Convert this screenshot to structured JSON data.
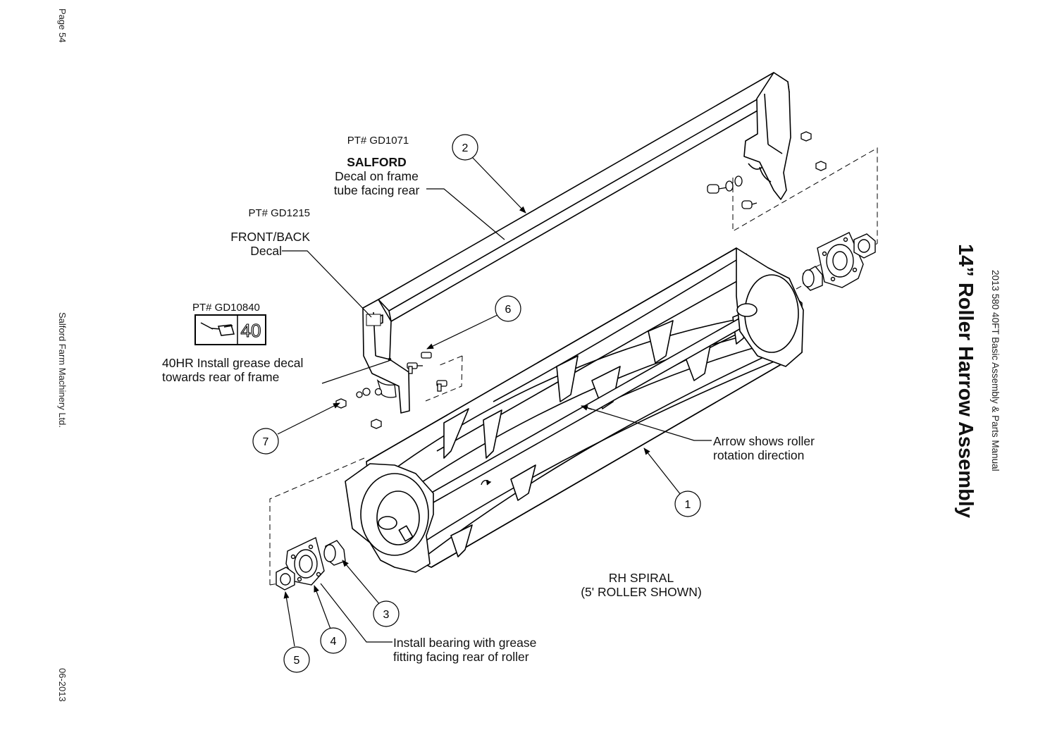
{
  "page": {
    "page_number": "Page 54",
    "company": "Salford Farm Machinery Ltd.",
    "date": "06-2013",
    "manual_title": "2013 580 40FT Basic Assembly & Parts Manual",
    "section_title": "14” Roller Harrow Assembly"
  },
  "callouts": {
    "salford_decal": {
      "part_number": "PT# GD1071",
      "brand": "SALFORD",
      "line1": "Decal on frame",
      "line2": "tube facing rear"
    },
    "front_back_decal": {
      "part_number": "PT# GD1215",
      "line1": "FRONT/BACK",
      "line2": "Decal"
    },
    "grease_decal": {
      "part_number": "PT# GD10840",
      "hours": "40",
      "line1": "40HR Install grease decal",
      "line2": "towards rear of frame"
    },
    "rotation": {
      "line1": "Arrow shows roller",
      "line2": "rotation direction"
    },
    "spiral": {
      "line1": "RH SPIRAL",
      "line2": "(5' ROLLER SHOWN)"
    },
    "bearing": {
      "line1": "Install bearing with grease",
      "line2": "fitting facing rear of roller"
    }
  },
  "balloons": [
    {
      "id": "1",
      "label": "1"
    },
    {
      "id": "2",
      "label": "2"
    },
    {
      "id": "3",
      "label": "3"
    },
    {
      "id": "4",
      "label": "4"
    },
    {
      "id": "5",
      "label": "5"
    },
    {
      "id": "6",
      "label": "6"
    },
    {
      "id": "7",
      "label": "7"
    }
  ],
  "icons": {
    "grease_gun": "grease-gun-icon"
  }
}
